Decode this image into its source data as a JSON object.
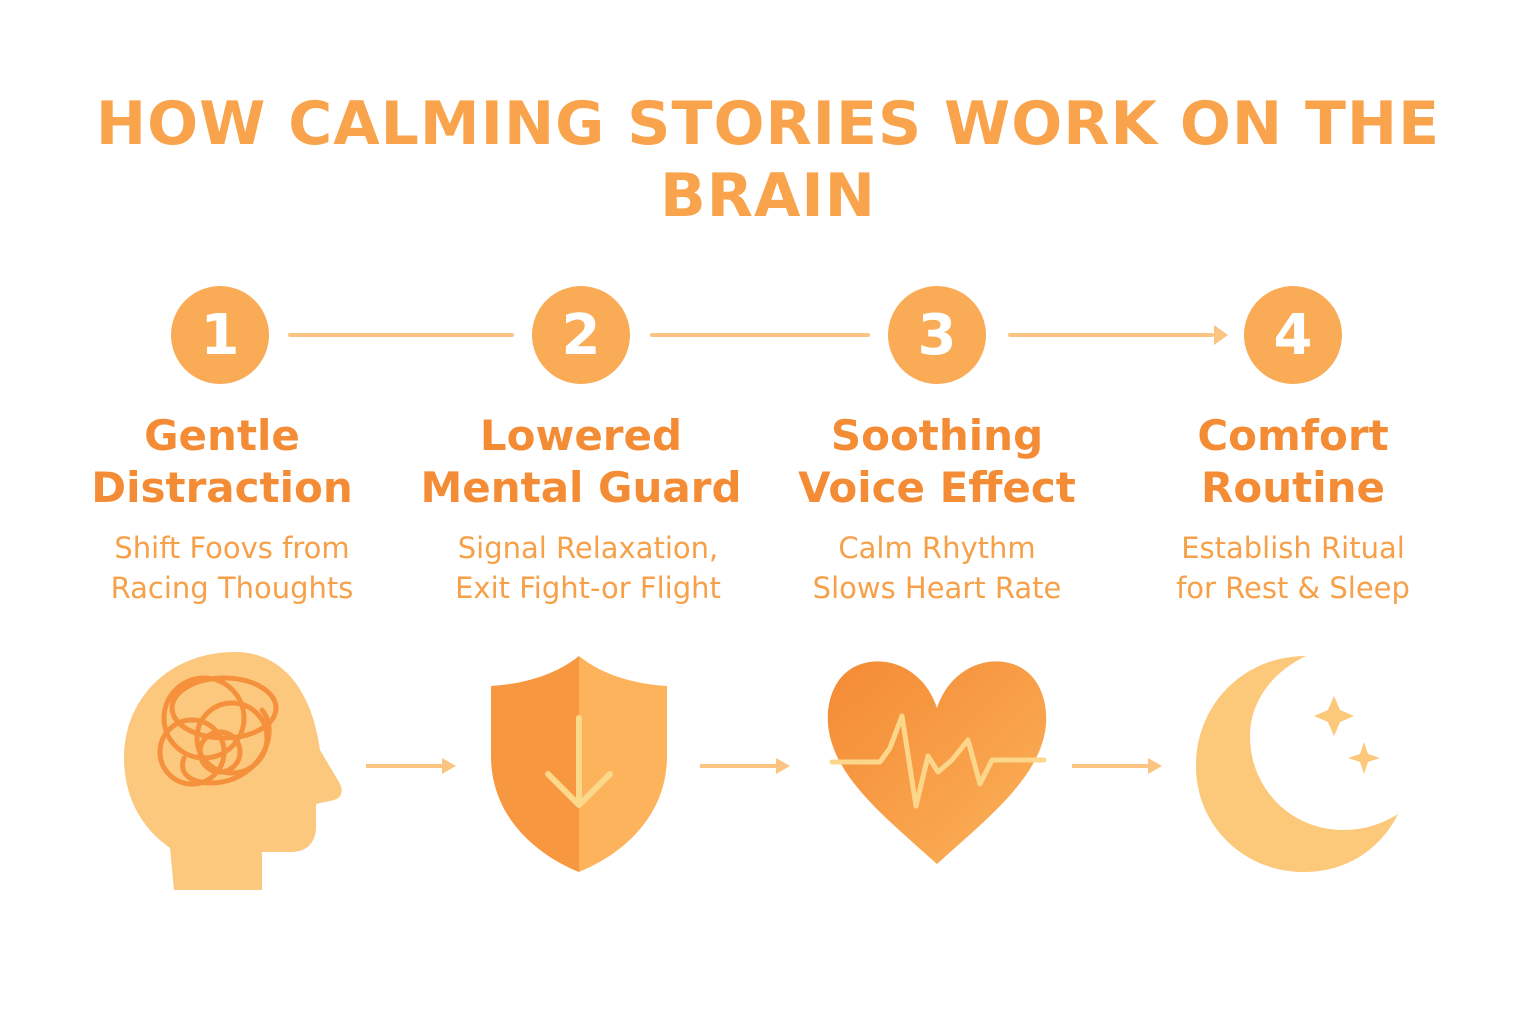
{
  "title": {
    "line1": "HOW CALMING STORIES WORK ON THE",
    "line2": "BRAIN"
  },
  "colors": {
    "accent": "#f9a44c",
    "heading": "#f48c35",
    "pale": "#fcc87e",
    "deep": "#f5913c"
  },
  "steps": [
    {
      "number": "1",
      "heading_line1": "Gentle",
      "heading_line2": "Distraction",
      "desc_line1": "Shift Foovs from",
      "desc_line2": "Racing Thoughts",
      "icon": "head-tangled-thoughts-icon"
    },
    {
      "number": "2",
      "heading_line1": "Lowered",
      "heading_line2": "Mental Guard",
      "desc_line1": "Signal Relaxation,",
      "desc_line2": "Exit Fight-or  Flight",
      "icon": "shield-down-arrow-icon"
    },
    {
      "number": "3",
      "heading_line1": "Soothing",
      "heading_line2": "Voice Effect",
      "desc_line1": "Calm Rhythm",
      "desc_line2": "Slows Heart Rate",
      "icon": "heart-pulse-icon"
    },
    {
      "number": "4",
      "heading_line1": "Comfort",
      "heading_line2": "Routine",
      "desc_line1": "Establish Ritual",
      "desc_line2": "for Rest & Sleep",
      "icon": "moon-stars-icon"
    }
  ]
}
